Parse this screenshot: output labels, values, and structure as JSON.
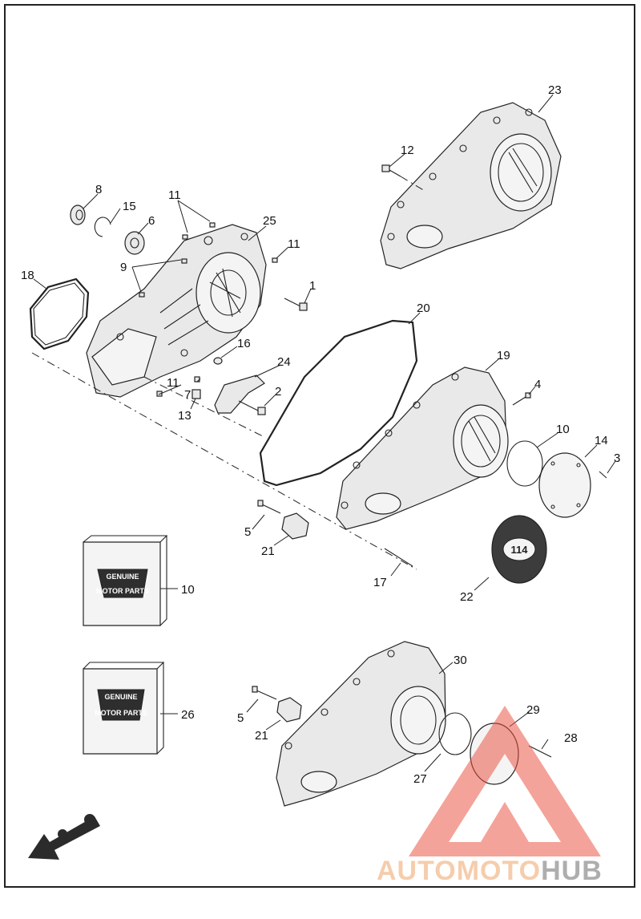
{
  "diagram": {
    "callouts": [
      {
        "id": "c23",
        "label": "23"
      },
      {
        "id": "c12",
        "label": "12"
      },
      {
        "id": "c8",
        "label": "8"
      },
      {
        "id": "c11a",
        "label": "11"
      },
      {
        "id": "c15",
        "label": "15"
      },
      {
        "id": "c6",
        "label": "6"
      },
      {
        "id": "c25",
        "label": "25"
      },
      {
        "id": "c11b",
        "label": "11"
      },
      {
        "id": "c9",
        "label": "9"
      },
      {
        "id": "c18",
        "label": "18"
      },
      {
        "id": "c1",
        "label": "1"
      },
      {
        "id": "c20",
        "label": "20"
      },
      {
        "id": "c16",
        "label": "16"
      },
      {
        "id": "c24",
        "label": "24"
      },
      {
        "id": "c19",
        "label": "19"
      },
      {
        "id": "c11c",
        "label": "11"
      },
      {
        "id": "c7",
        "label": "7"
      },
      {
        "id": "c4",
        "label": "4"
      },
      {
        "id": "c2",
        "label": "2"
      },
      {
        "id": "c13",
        "label": "13"
      },
      {
        "id": "c10a",
        "label": "10"
      },
      {
        "id": "c14",
        "label": "14"
      },
      {
        "id": "c3",
        "label": "3"
      },
      {
        "id": "c5a",
        "label": "5"
      },
      {
        "id": "c21a",
        "label": "21"
      },
      {
        "id": "c17",
        "label": "17"
      },
      {
        "id": "c22",
        "label": "22"
      },
      {
        "id": "c10b",
        "label": "10"
      },
      {
        "id": "c26",
        "label": "26"
      },
      {
        "id": "c30",
        "label": "30"
      },
      {
        "id": "c29",
        "label": "29"
      },
      {
        "id": "c5b",
        "label": "5"
      },
      {
        "id": "c28",
        "label": "28"
      },
      {
        "id": "c21b",
        "label": "21"
      },
      {
        "id": "c27",
        "label": "27"
      }
    ],
    "inspection_cover_text": "114",
    "kit_box_text": {
      "top": "GENUINE",
      "bottom": "MOTOR PARTS"
    }
  },
  "watermark": {
    "part1": "AUTO",
    "part2": "MOTO",
    "part3": "HUB",
    "color_auto": "#f2b98a",
    "color_moto": "#f2b98a",
    "color_hub": "#8c8c8c",
    "triangle_color": "#e9503f"
  }
}
